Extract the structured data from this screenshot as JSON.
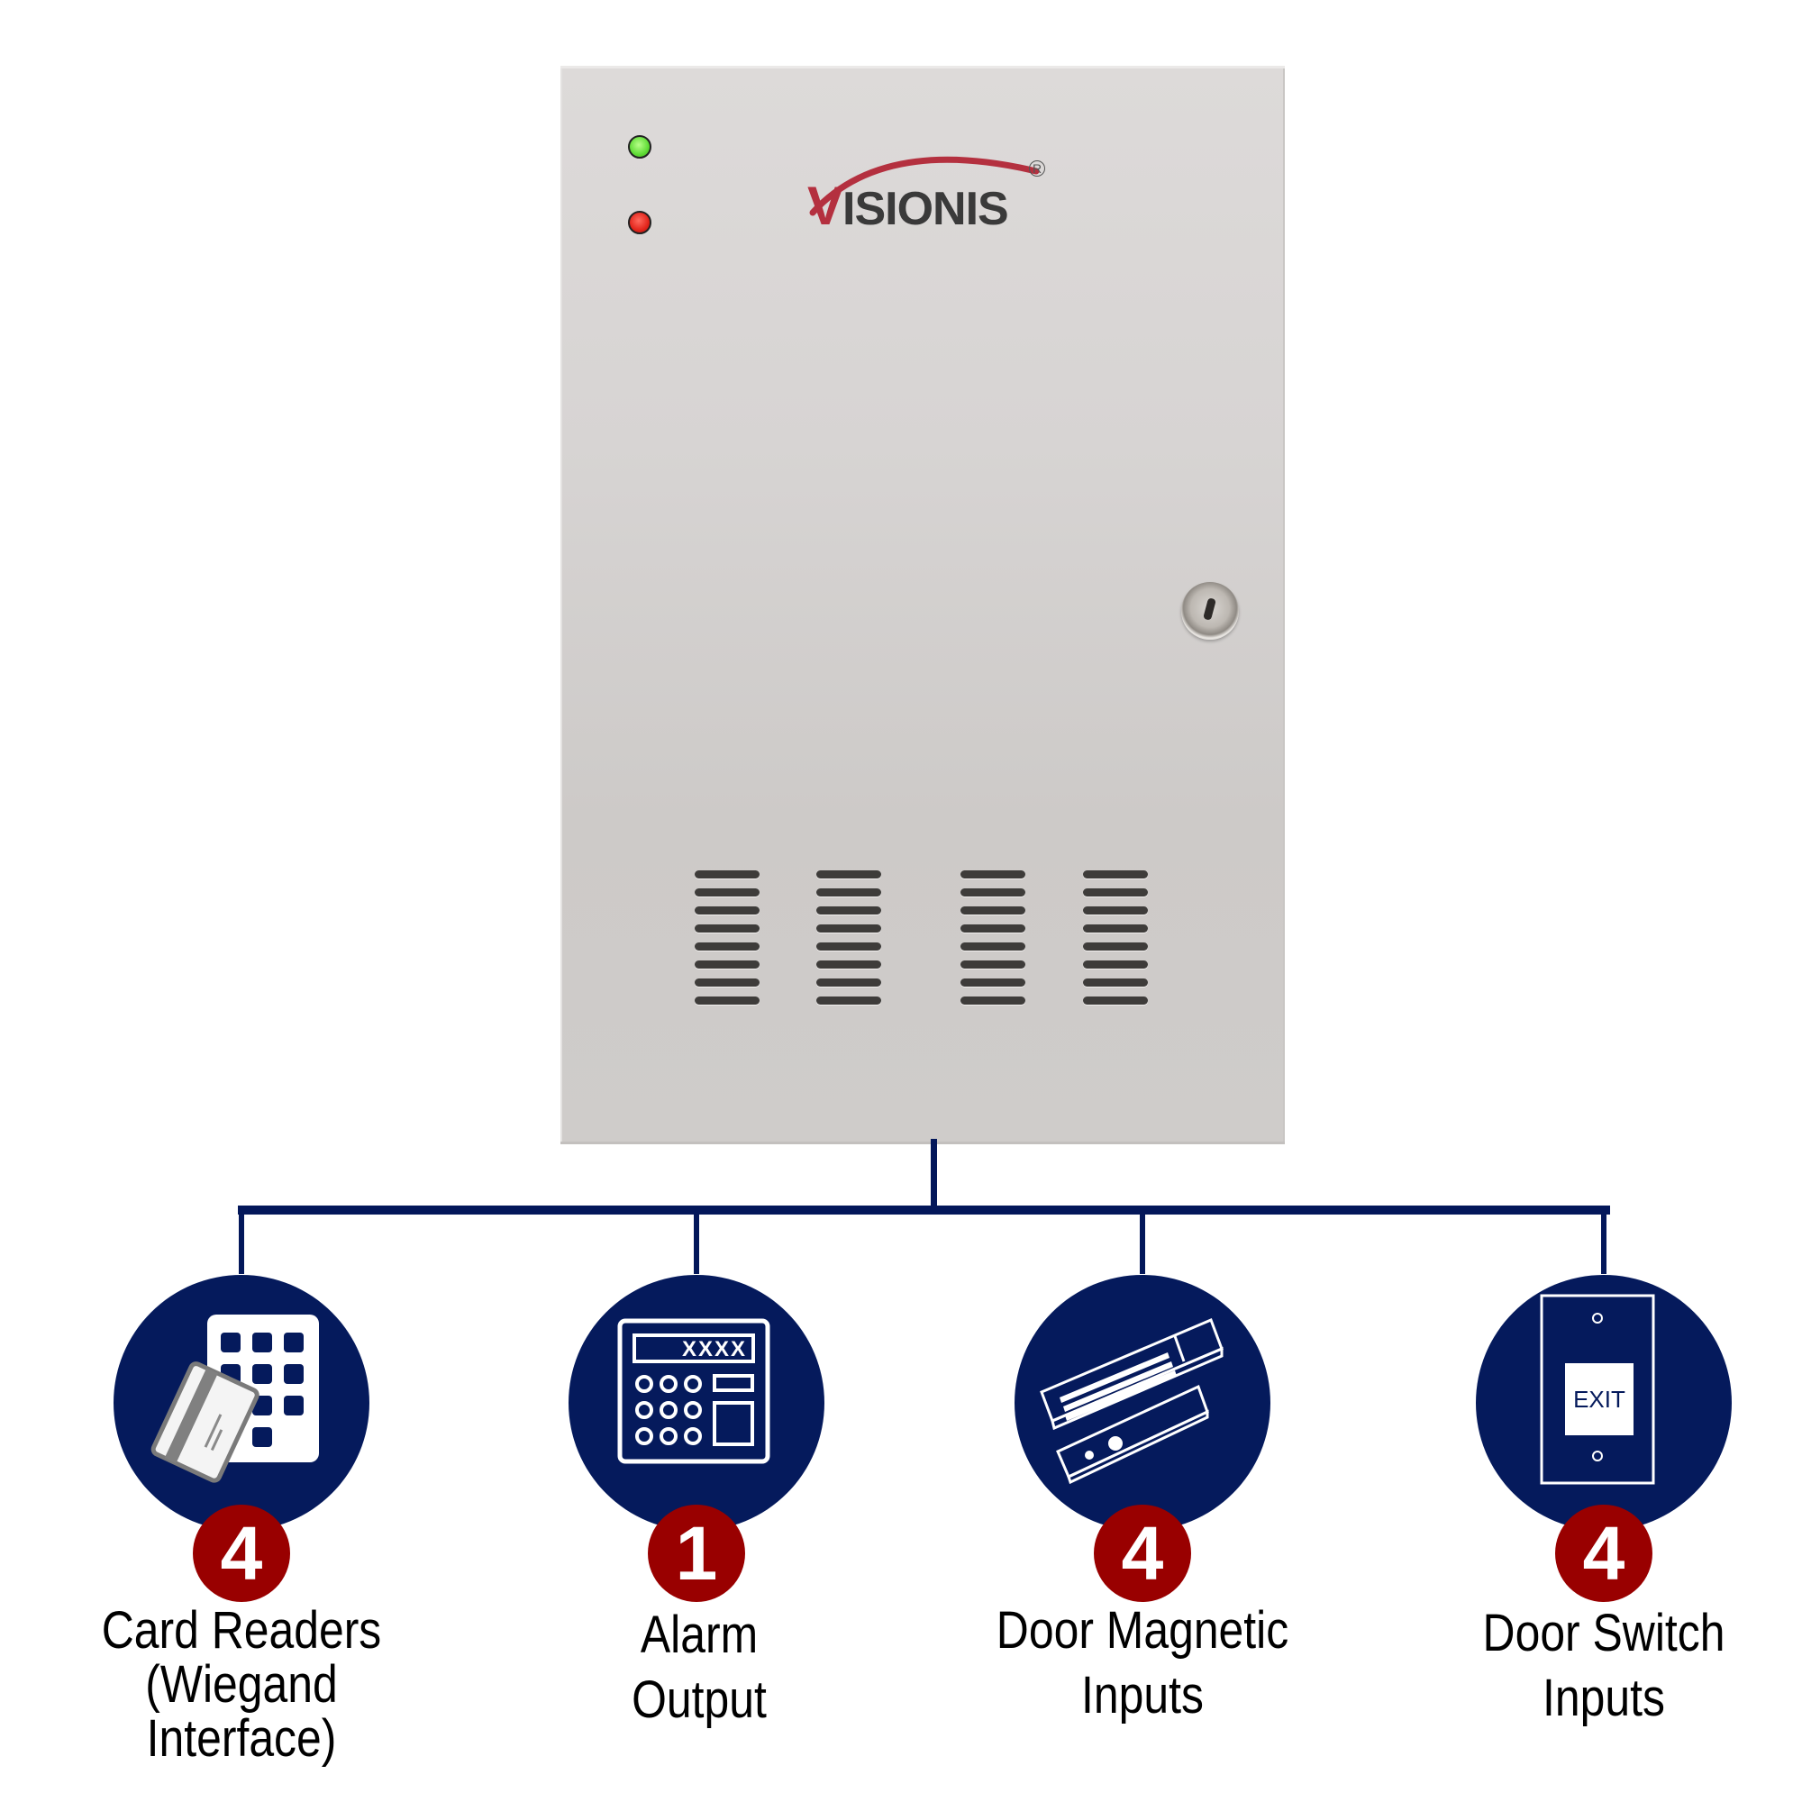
{
  "device": {
    "brand": "VISIONIS",
    "brand_initial": "V",
    "brand_rest": "ISIONIS",
    "registered_mark": "R",
    "indicators": [
      {
        "name": "power",
        "color": "#5fdc35"
      },
      {
        "name": "status",
        "color": "#e2251b"
      }
    ],
    "vent_columns": 4,
    "vent_slots_per_column": 8
  },
  "colors": {
    "connector": "#03175a",
    "circle": "#051a5c",
    "badge": "#990000",
    "logo_accent": "#b4303f"
  },
  "features": [
    {
      "count": "4",
      "label_lines": [
        "Card Readers",
        "(Wiegand",
        "Interface)"
      ],
      "icon": "card-reader-keypad-icon"
    },
    {
      "count": "1",
      "label_lines": [
        "Alarm",
        "Output"
      ],
      "icon": "alarm-keypad-icon"
    },
    {
      "count": "4",
      "label_lines": [
        "Door Magnetic",
        "Inputs"
      ],
      "icon": "magnetic-lock-icon"
    },
    {
      "count": "4",
      "label_lines": [
        "Door Switch",
        "Inputs"
      ],
      "icon": "exit-switch-icon"
    }
  ],
  "exit_sign_text": "EXIT",
  "alarm_display_text": "XXXX"
}
